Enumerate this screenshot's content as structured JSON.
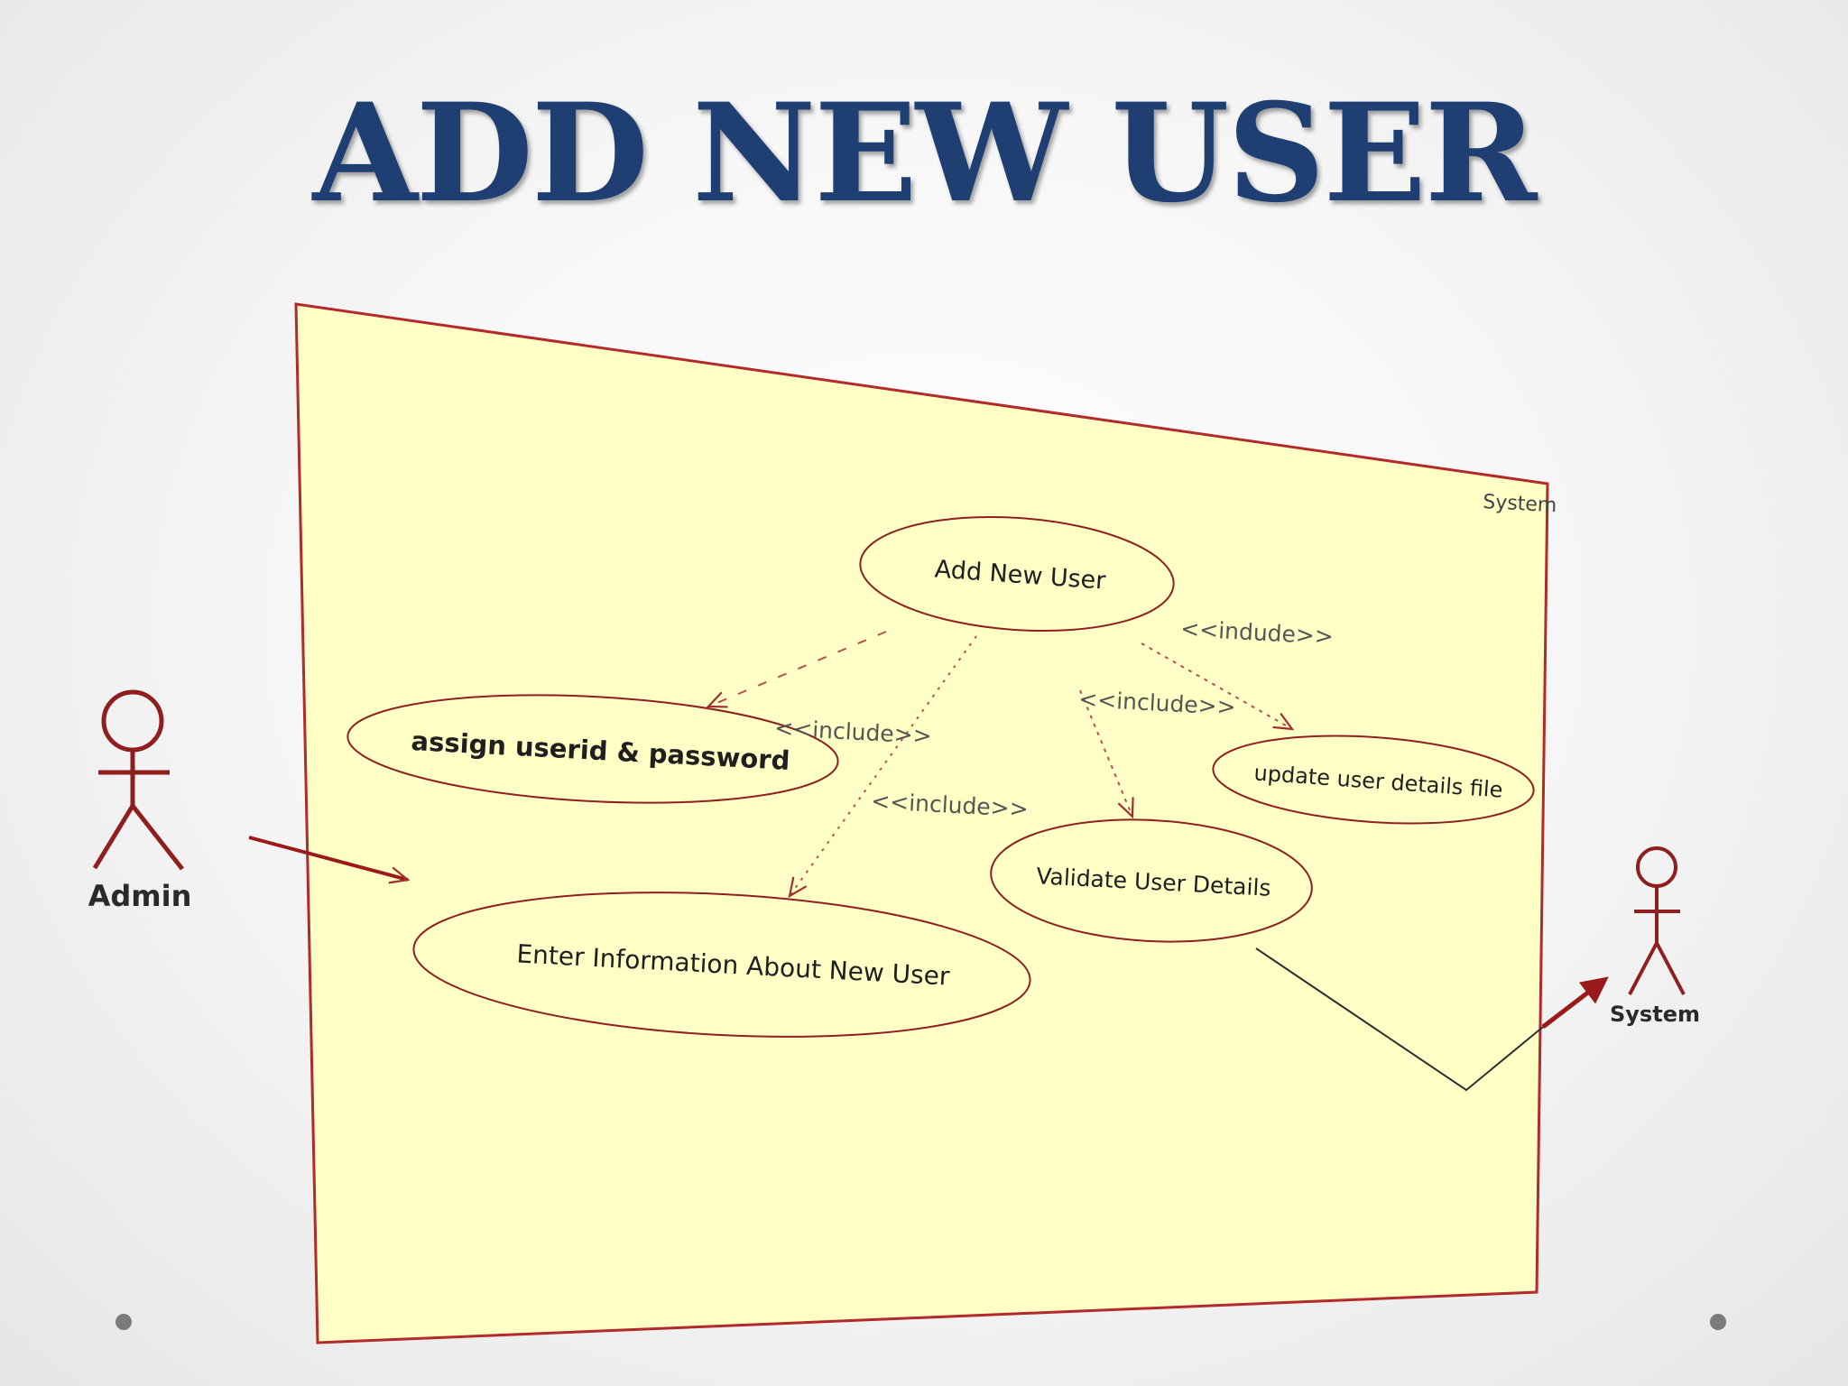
{
  "slide": {
    "title": "ADD NEW USER"
  },
  "diagram": {
    "boundary_label": "System",
    "use_cases": {
      "add_new_user": "Add New User",
      "assign_userid_password": "assign userid & password",
      "enter_information": "Enter Information About New User",
      "validate_user_details": "Validate User Details",
      "update_user_details_file": "update user details file"
    },
    "stereotypes": {
      "include_assign": "<<include>>",
      "include_enter": "<<include>>",
      "include_validate": "<<include>>",
      "include_update": "<<indude>>"
    },
    "actors": {
      "admin": "Admin",
      "system": "System"
    }
  },
  "colors": {
    "title": "#1f3f73",
    "boundary_fill": "#ffffc6",
    "boundary_stroke": "#b22a2a",
    "actor_stroke": "#8f1f1f",
    "usecase_stroke": "#8f2020"
  }
}
